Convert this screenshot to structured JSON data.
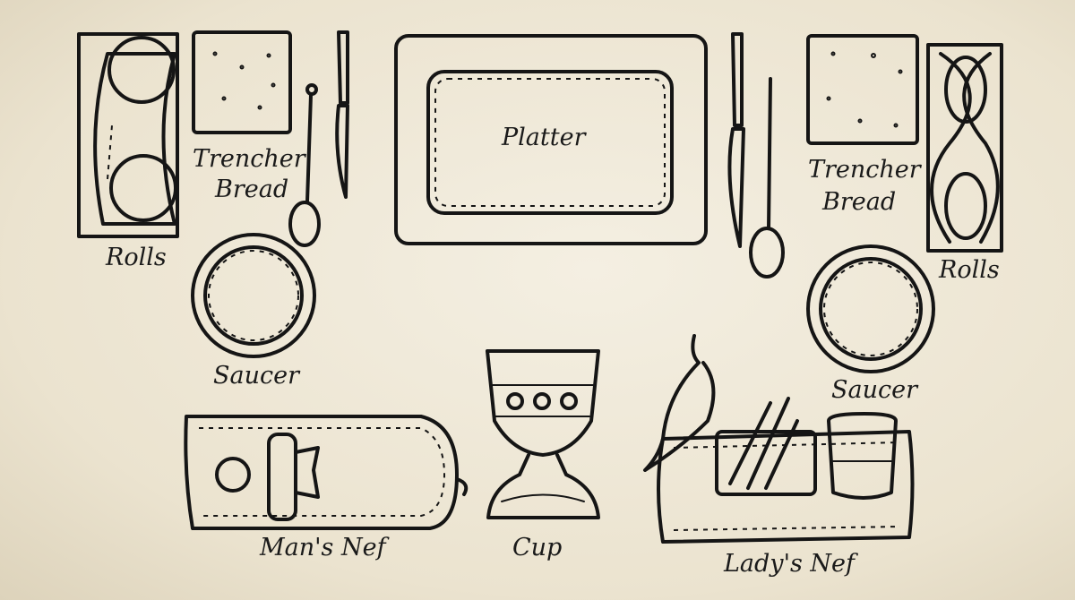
{
  "labels": {
    "rolls_left": "Rolls",
    "trencher_left_1": "Trencher",
    "trencher_left_2": "Bread",
    "platter": "Platter",
    "trencher_right_1": "Trencher",
    "trencher_right_2": "Bread",
    "rolls_right": "Rolls",
    "saucer_left": "Saucer",
    "saucer_right": "Saucer",
    "mans_nef": "Man's Nef",
    "cup": "Cup",
    "ladys_nef": "Lady's Nef"
  }
}
